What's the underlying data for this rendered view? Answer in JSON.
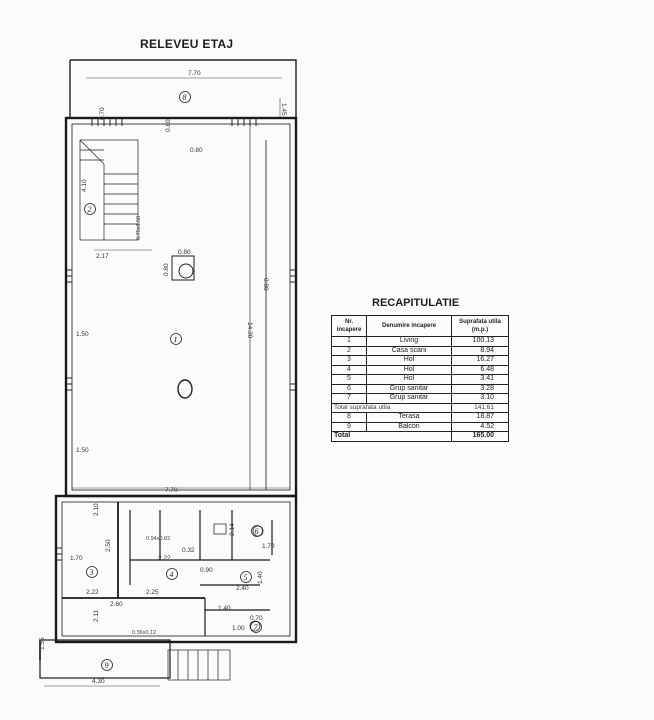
{
  "plan": {
    "title": "RELEVEU ETAJ",
    "dimensions": [
      "7.70",
      "1.45",
      "0.70",
      "0.80",
      "0.80",
      "4.10",
      "2.17",
      "0.75x1.50",
      "0.80",
      "0.80",
      "0.80",
      "14.30",
      "1.50",
      "7.70",
      "1.50",
      "2.10",
      "1.70",
      "2.50",
      "0.94x0.82",
      "0.32",
      "2.22",
      "2.14",
      "1.70",
      "0.90",
      "2.22",
      "2.40",
      "2.25",
      "2.60",
      "2.11",
      "0.36x0.12",
      "1.55",
      "1.40",
      "0.70",
      "1.00",
      "1.40",
      "4.30"
    ],
    "room_numbers": [
      "1",
      "2",
      "3",
      "4",
      "5",
      "6",
      "7",
      "8",
      "9"
    ]
  },
  "recap": {
    "title": "RECAPITULATIE",
    "headers": [
      "Nr. incapere",
      "Denumire incapere",
      "Suprafata utila (m.p.)"
    ],
    "rows": [
      {
        "nr": "1",
        "name": "Living",
        "area": "100.13"
      },
      {
        "nr": "2",
        "name": "Casa scarii",
        "area": "8.94"
      },
      {
        "nr": "3",
        "name": "Hol",
        "area": "16.27"
      },
      {
        "nr": "4",
        "name": "Hol",
        "area": "6.48"
      },
      {
        "nr": "5",
        "name": "Hol",
        "area": "3.41"
      },
      {
        "nr": "6",
        "name": "Grup sanitar",
        "area": "3.28"
      },
      {
        "nr": "7",
        "name": "Grup sanitar",
        "area": "3.10"
      }
    ],
    "subtotal_label": "Total suprafata utila",
    "subtotal_value": "141.61",
    "extra_rows": [
      {
        "nr": "8",
        "name": "Terasa",
        "area": "18.87"
      },
      {
        "nr": "9",
        "name": "Balcon",
        "area": "4.52"
      }
    ],
    "total_label": "Total",
    "total_value": "165.00"
  }
}
